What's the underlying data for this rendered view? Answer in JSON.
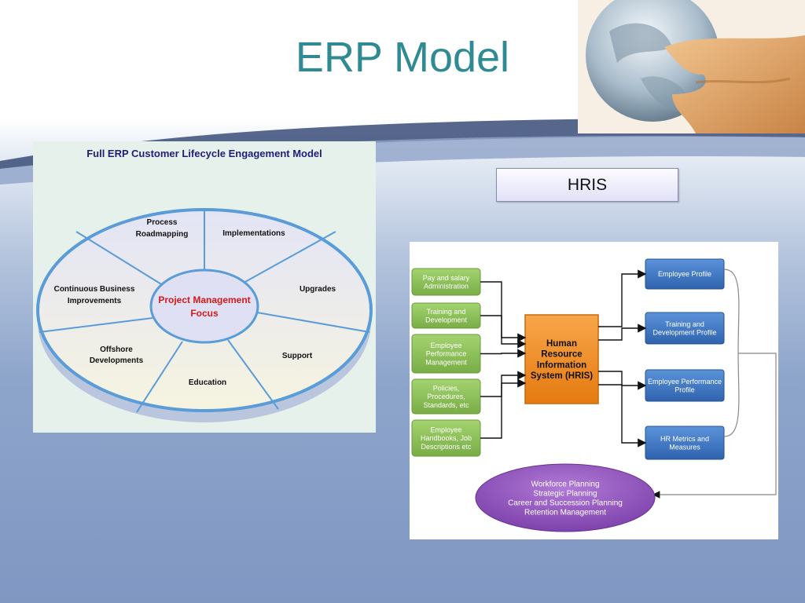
{
  "slide": {
    "title": "ERP Model"
  },
  "lifecycle": {
    "title": "Full ERP Customer Lifecycle Engagement Model",
    "center": {
      "line1": "Project Management",
      "line2": "Focus"
    },
    "segments": [
      {
        "line1": "Process",
        "line2": "Roadmapping"
      },
      {
        "line1": "Implementations",
        "line2": ""
      },
      {
        "line1": "Upgrades",
        "line2": ""
      },
      {
        "line1": "Support",
        "line2": ""
      },
      {
        "line1": "Education",
        "line2": ""
      },
      {
        "line1": "Offshore",
        "line2": "Developments"
      },
      {
        "line1": "Continuous Business",
        "line2": "Improvements"
      }
    ],
    "colors": {
      "center_text": "#d41919",
      "title_text": "#1e1e78",
      "rim": "#5a9cd8"
    }
  },
  "hris_label": "HRIS",
  "hris": {
    "core": {
      "lines": [
        "Human",
        "Resource",
        "Information",
        "System (HRIS)"
      ]
    },
    "inputs": [
      {
        "lines": [
          "Pay and salary",
          "Administration"
        ]
      },
      {
        "lines": [
          "Training and",
          "Development"
        ]
      },
      {
        "lines": [
          "Employee",
          "Performance",
          "Management"
        ]
      },
      {
        "lines": [
          "Policies,",
          "Procedures,",
          "Standards, etc"
        ]
      },
      {
        "lines": [
          "Employee",
          "Handbooks, Job",
          "Descriptions etc"
        ]
      }
    ],
    "outputs": [
      {
        "lines": [
          "Employee Profile"
        ]
      },
      {
        "lines": [
          "Training and",
          "Development Profile"
        ]
      },
      {
        "lines": [
          "Employee Performance",
          "Profile"
        ]
      },
      {
        "lines": [
          "HR Metrics and",
          "Measures"
        ]
      }
    ],
    "planning": {
      "lines": [
        "Workforce Planning",
        "Strategic Planning",
        "Career and Succession Planning",
        "Retention Management"
      ]
    },
    "colors": {
      "input": "#8cc05a",
      "core": "#f28c1e",
      "output": "#3d78c6",
      "planning": "#8b4fb6"
    }
  }
}
